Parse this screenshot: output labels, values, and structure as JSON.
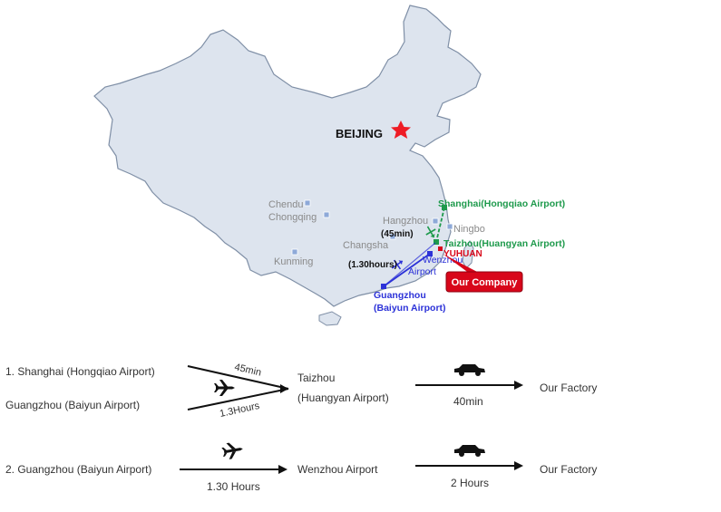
{
  "colors": {
    "land": "#dde4ee",
    "border": "#7f8fa6",
    "star": "#ee1c25",
    "city_marker": "#8ea9d8",
    "green_route": "#1e9a4c",
    "blue_route": "#2c32d8",
    "red": "#d8061a",
    "text_gray": "#8a8a8a",
    "text_dark": "#333333"
  },
  "map": {
    "capital": "BEIJING",
    "cities": [
      {
        "key": "chendu",
        "label": "Chendu"
      },
      {
        "key": "chongqing",
        "label": "Chongqing"
      },
      {
        "key": "kunming",
        "label": "Kunming"
      },
      {
        "key": "hangzhou",
        "label": "Hangzhou"
      },
      {
        "key": "ningbo",
        "label": "Ningbo"
      },
      {
        "key": "changsha",
        "label": "Changsha"
      }
    ],
    "airports": {
      "shanghai": "Shanghai(Hongqiao Airport)",
      "taizhou": "Taizhou(Huangyan Airport)",
      "wenzhou_line1": "Wenzhou",
      "wenzhou_line2": "Airport",
      "guangzhou_line1": "Guangzhou",
      "guangzhou_line2": "(Baiyun Airport)"
    },
    "durations": {
      "shanghai_taizhou": "(45min)",
      "guangzhou_wenzhou": "(1.30hours)"
    },
    "yuhuan": "YUHUAN",
    "company_badge": "Our Company"
  },
  "routes": {
    "route1": {
      "origin_a": "1. Shanghai (Hongqiao Airport)",
      "origin_b": "Guangzhou (Baiyun Airport)",
      "time_a": "45min",
      "time_b": "1.3Hours",
      "dest_line1": "Taizhou",
      "dest_line2": "(Huangyan Airport)",
      "drive_time": "40min",
      "final": "Our Factory"
    },
    "route2": {
      "origin": "2. Guangzhou (Baiyun Airport)",
      "flight_time": "1.30 Hours",
      "dest": "Wenzhou Airport",
      "drive_time": "2 Hours",
      "final": "Our Factory"
    }
  },
  "icons": {
    "plane": "airplane-icon",
    "car": "car-icon",
    "star": "star-icon"
  }
}
